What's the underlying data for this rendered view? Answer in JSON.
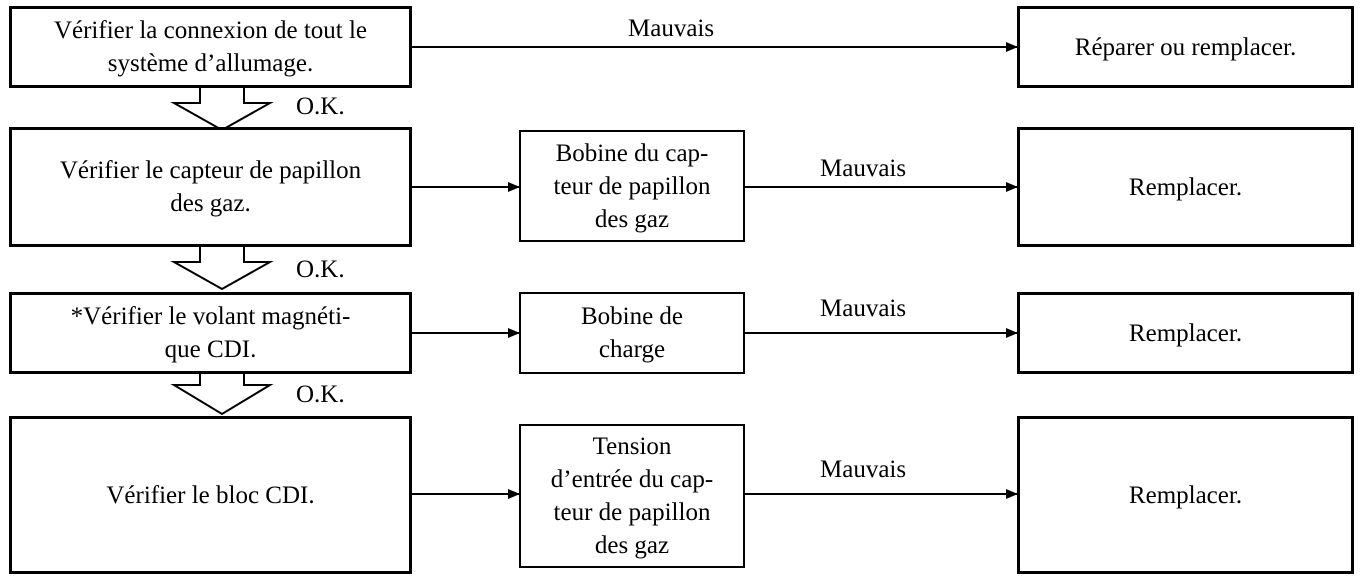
{
  "steps": [
    {
      "check": [
        "Vérifier la connexion de tout le",
        "système d’allumage."
      ],
      "mauvais": "Mauvais",
      "action": "Réparer ou remplacer."
    },
    {
      "check": [
        "Vérifier le capteur de papillon",
        "des gaz."
      ],
      "part": [
        "Bobine du cap-",
        "teur de papillon",
        "des gaz"
      ],
      "mauvais": "Mauvais",
      "action": "Remplacer."
    },
    {
      "check": [
        "*Vérifier le volant magnéti-",
        "que CDI."
      ],
      "part": [
        "Bobine de",
        "charge"
      ],
      "mauvais": "Mauvais",
      "action": "Remplacer."
    },
    {
      "check": [
        "Vérifier le bloc CDI."
      ],
      "part": [
        "Tension",
        "d’entrée du cap-",
        "teur de papillon",
        "des gaz"
      ],
      "mauvais": "Mauvais",
      "action": "Remplacer."
    }
  ],
  "ok_labels": [
    "O.K.",
    "O.K.",
    "O.K."
  ]
}
